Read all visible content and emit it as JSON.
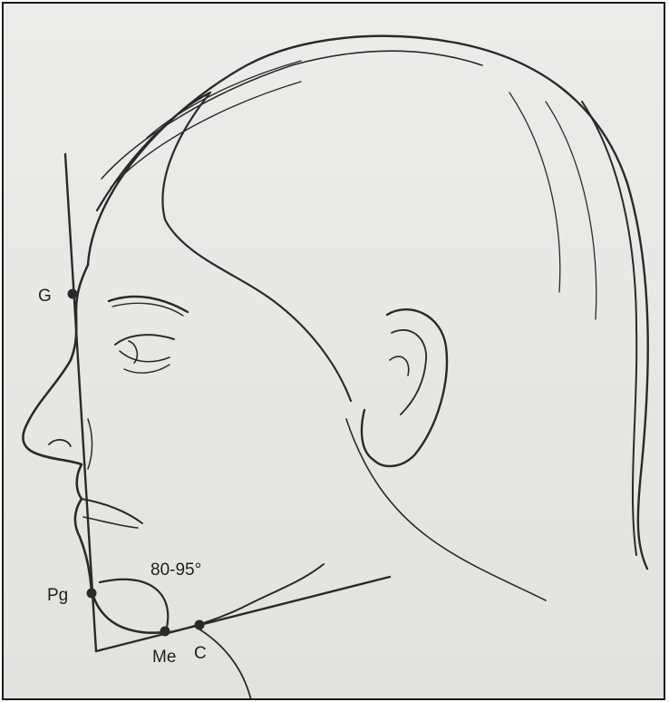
{
  "figure": {
    "landmarks": [
      {
        "key": "G",
        "label": "G"
      },
      {
        "key": "Pg",
        "label": "Pg"
      },
      {
        "key": "Me",
        "label": "Me"
      },
      {
        "key": "C",
        "label": "C"
      }
    ],
    "angle_label": "80-95°"
  }
}
